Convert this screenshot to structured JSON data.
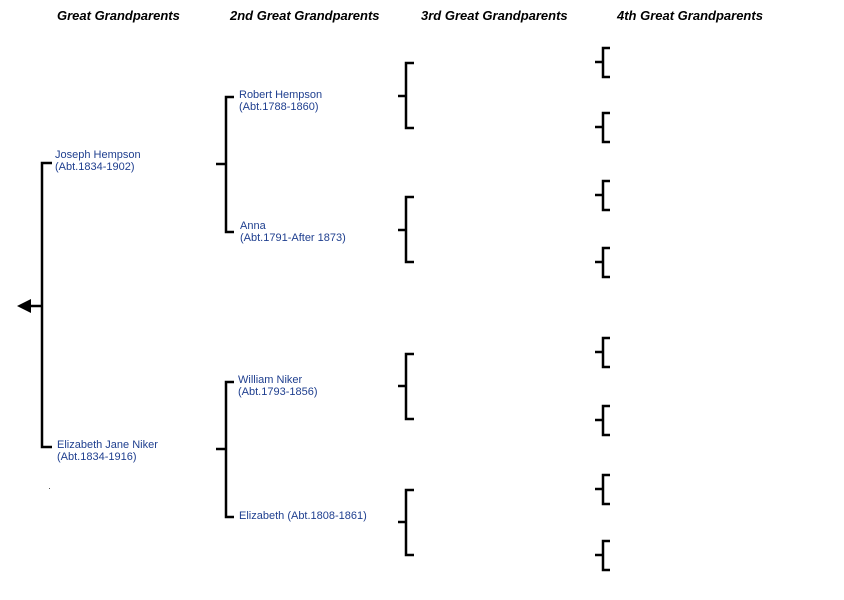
{
  "headers": {
    "gen1": "Great Grandparents",
    "gen2": "2nd Great Grandparents",
    "gen3": "3rd Great Grandparents",
    "gen4": "4th Great Grandparents"
  },
  "people": {
    "joseph": {
      "name": "Joseph Hempson",
      "dates": "(Abt.1834-1902)"
    },
    "elizabeth_jane": {
      "name": "Elizabeth Jane Niker",
      "dates": "(Abt.1834-1916)"
    },
    "robert": {
      "name": "Robert Hempson",
      "dates": "(Abt.1788-1860)"
    },
    "anna": {
      "name": "Anna",
      "dates": "(Abt.1791-After 1873)"
    },
    "william": {
      "name": "William Niker",
      "dates": "(Abt.1793-1856)"
    },
    "elizabeth": {
      "name": "Elizabeth",
      "dates": "(Abt.1808-1861)"
    }
  },
  "colors": {
    "link": "#1f3f8f",
    "line": "#000000"
  },
  "icons": {
    "back_arrow": "left-arrow-icon"
  }
}
